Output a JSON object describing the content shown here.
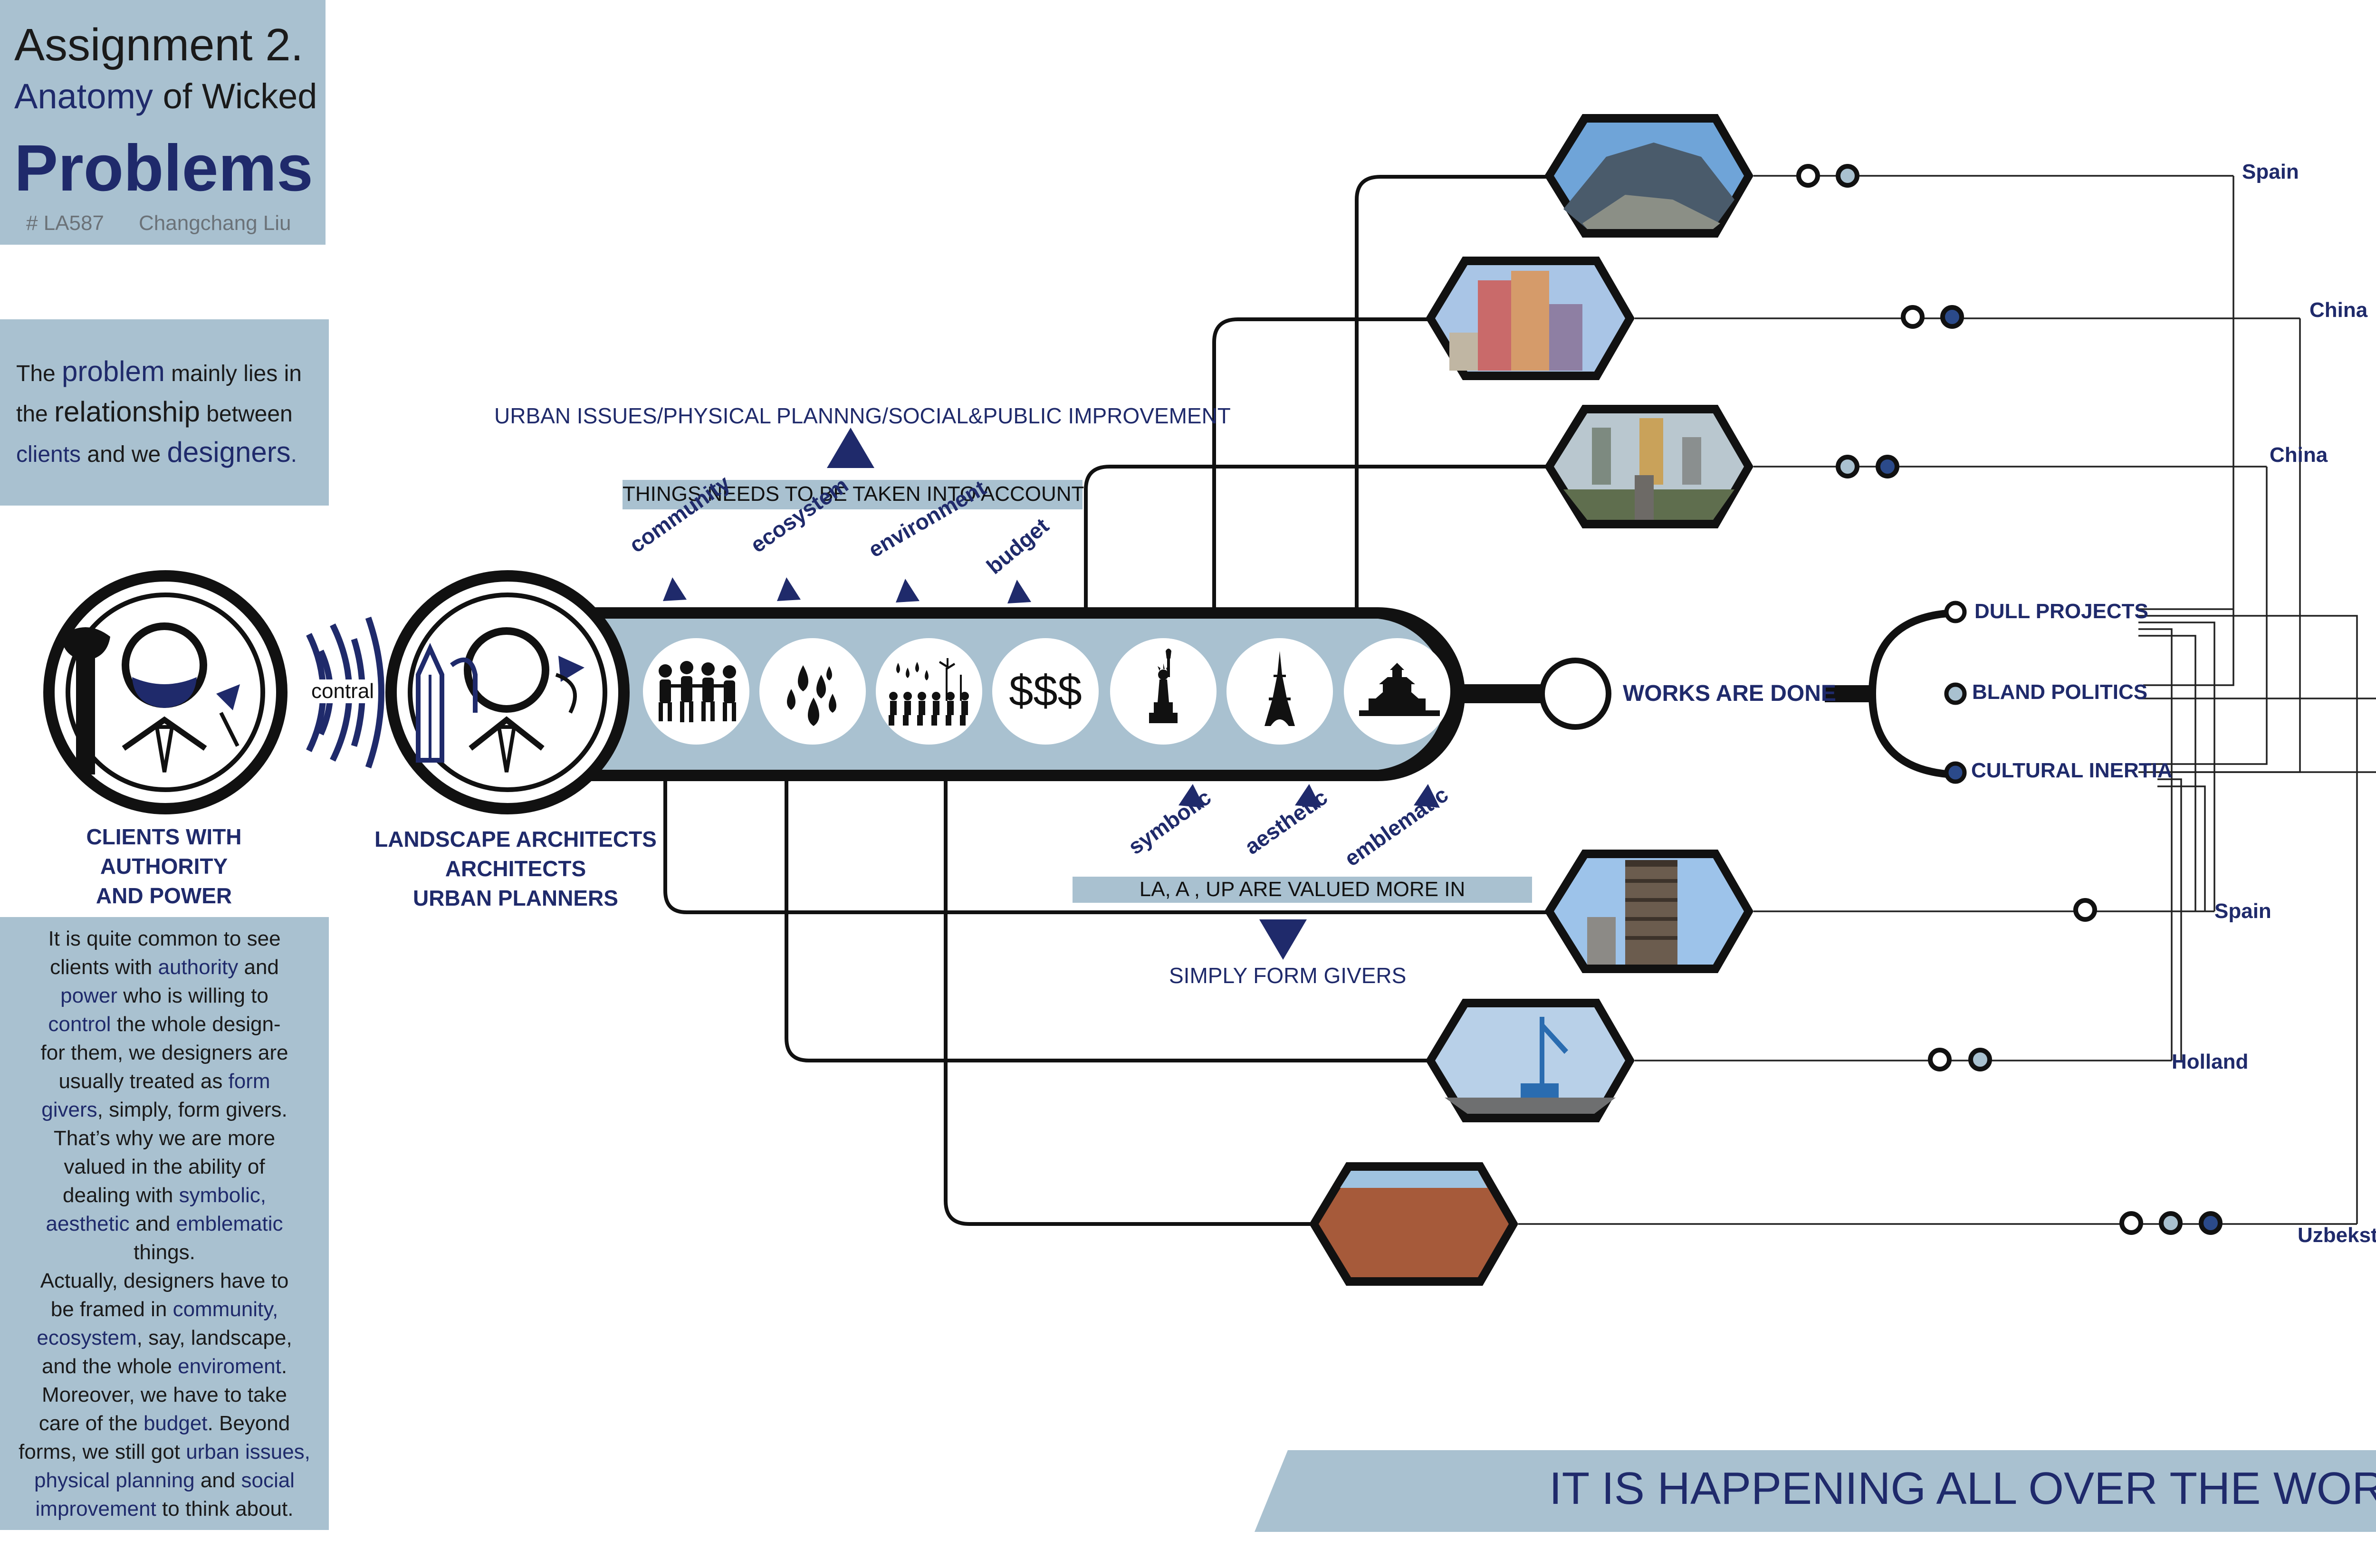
{
  "header": {
    "line1": "Assignment 2.",
    "line2_a": "Anatomy",
    "line2_b": " of Wicked",
    "line3": "Problems",
    "course": "# LA587",
    "author": "Changchang Liu"
  },
  "intro": {
    "p1": "The ",
    "problem": "problem",
    "p2": " mainly lies in",
    "p3": "the ",
    "relationship": "relationship",
    "p4": " between",
    "clients": "clients",
    "p5": " and we ",
    "designers": "designers",
    "p6": "."
  },
  "description": {
    "l1": "It is quite common to see",
    "l2a": "clients with ",
    "l2b": "authority",
    "l2c": " and",
    "l3a": "power",
    "l3b": " who is willing to",
    "l4a": "control",
    "l4b": " the whole design-",
    "l5": "for them, we designers are",
    "l6a": "usually treated as ",
    "l6b": "form",
    "l7a": "givers",
    "l7b": ", simply, form givers.",
    "l8": "That’s why we are more",
    "l9": "valued in the ability of",
    "l10a": "dealing with ",
    "l10b": "symbolic,",
    "l11a": "aesthetic",
    "l11b": " and ",
    "l11c": "emblematic",
    "l12": "things.",
    "l13": "Actually, designers have to",
    "l14a": "be framed in ",
    "l14b": "community,",
    "l15a": "ecosystem",
    "l15b": ", say, landscape,",
    "l16a": "and the whole ",
    "l16b": "enviroment",
    "l16c": ".",
    "l17": "Moreover, we have to take",
    "l18a": "care of the ",
    "l18b": "budget",
    "l18c": ". Beyond",
    "l19a": "forms, we still got ",
    "l19b": "urban issues,",
    "l20a": "physical planning",
    "l20b": " and ",
    "l20c": "social",
    "l21a": "improvement",
    "l21b": " to think about."
  },
  "actors": {
    "clients": [
      "CLIENTS WITH",
      "AUTHORITY",
      "AND POWER"
    ],
    "designers": [
      "LANDSCAPE ARCHITECTS",
      "ARCHITECTS",
      "URBAN PLANNERS"
    ],
    "link": "contral"
  },
  "pipeline": {
    "top_heading": "URBAN ISSUES/PHYSICAL PLANNNG/SOCIAL&PUBLIC IMPROVEMENT",
    "top_box": "THINGS NEEDS TO BE TAKEN INTO ACCOUNT",
    "top_tags": [
      "community",
      "ecosystem",
      "environment",
      "budget"
    ],
    "bottom_tags": [
      "symbolic",
      "aesthetic",
      "emblematic"
    ],
    "bottom_box": "LA, A , UP ARE VALUED MORE IN",
    "bottom_heading": "SIMPLY FORM GIVERS",
    "icons": [
      "people-icon",
      "water-drops-icon",
      "environment-icon",
      "dollar-icon",
      "statue-of-liberty-icon",
      "eiffel-tower-icon",
      "temple-icon"
    ],
    "dollar_text": "$$$",
    "result": "WORKS ARE DONE"
  },
  "factors": [
    "DULL PROJECTS",
    "BLAND POLITICS",
    "CULTURAL INERTIA"
  ],
  "countries": [
    "Spain",
    "China",
    "China",
    "Spain",
    "Holland",
    "Uzbekstan"
  ],
  "banner": "IT IS HAPPENING ALL OVER THE WORLD",
  "colors": {
    "navy": "#1f2a6b",
    "panel": "#a9c1d0",
    "dark_dot": "#2b4a8a",
    "light_dot": "#a9c1d0"
  }
}
